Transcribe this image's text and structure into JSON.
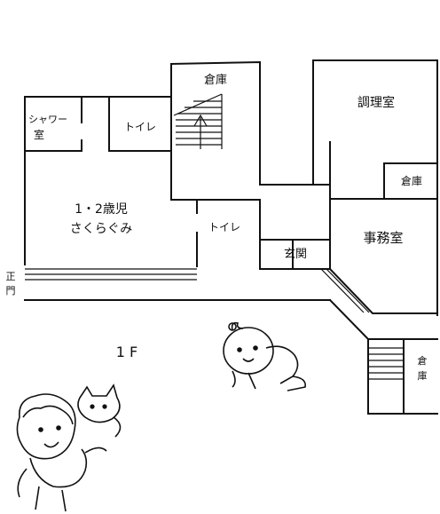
{
  "floor_label": "1 F",
  "rooms": {
    "storage_top": "倉庫",
    "kitchen": "調理室",
    "shower_line1": "シャワー",
    "shower_line2": "室",
    "toilet_1": "トイレ",
    "toilet_2": "トイレ",
    "classroom_line1": "1・2歳児",
    "classroom_line2": "さくらぐみ",
    "storage_kitchen": "倉庫",
    "entrance": "玄関",
    "office": "事務室",
    "main_gate_line1": "正",
    "main_gate_line2": "門",
    "storage_bottom_line1": "倉",
    "storage_bottom_line2": "庫"
  },
  "colors": {
    "line": "#111111",
    "background": "#ffffff"
  }
}
